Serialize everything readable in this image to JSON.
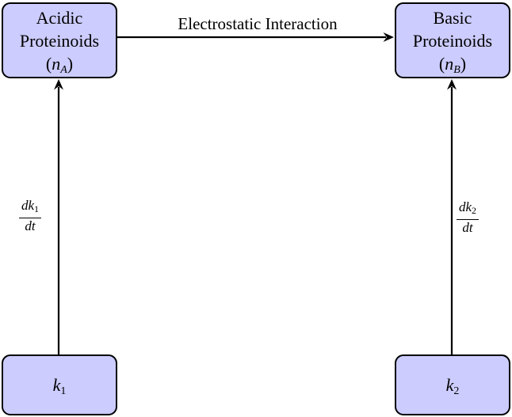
{
  "colors": {
    "box_fill": "#ccccff",
    "box_border": "#000000",
    "line": "#000000",
    "background": "#ffffff"
  },
  "nodes": {
    "acidic": {
      "line1": "Acidic",
      "line2": "Proteinoids",
      "open_paren": "(",
      "var": "n",
      "sub": "A",
      "close_paren": ")"
    },
    "basic": {
      "line1": "Basic",
      "line2": "Proteinoids",
      "open_paren": "(",
      "var": "n",
      "sub": "B",
      "close_paren": ")"
    },
    "k1": {
      "var": "k",
      "sub": "1"
    },
    "k2": {
      "var": "k",
      "sub": "2"
    }
  },
  "edges": {
    "electrostatic": {
      "label": "Electrostatic Interaction"
    },
    "dk1": {
      "num_base": "dk",
      "num_sub": "1",
      "den": "dt"
    },
    "dk2": {
      "num_base": "dk",
      "num_sub": "2",
      "den": "dt"
    }
  }
}
